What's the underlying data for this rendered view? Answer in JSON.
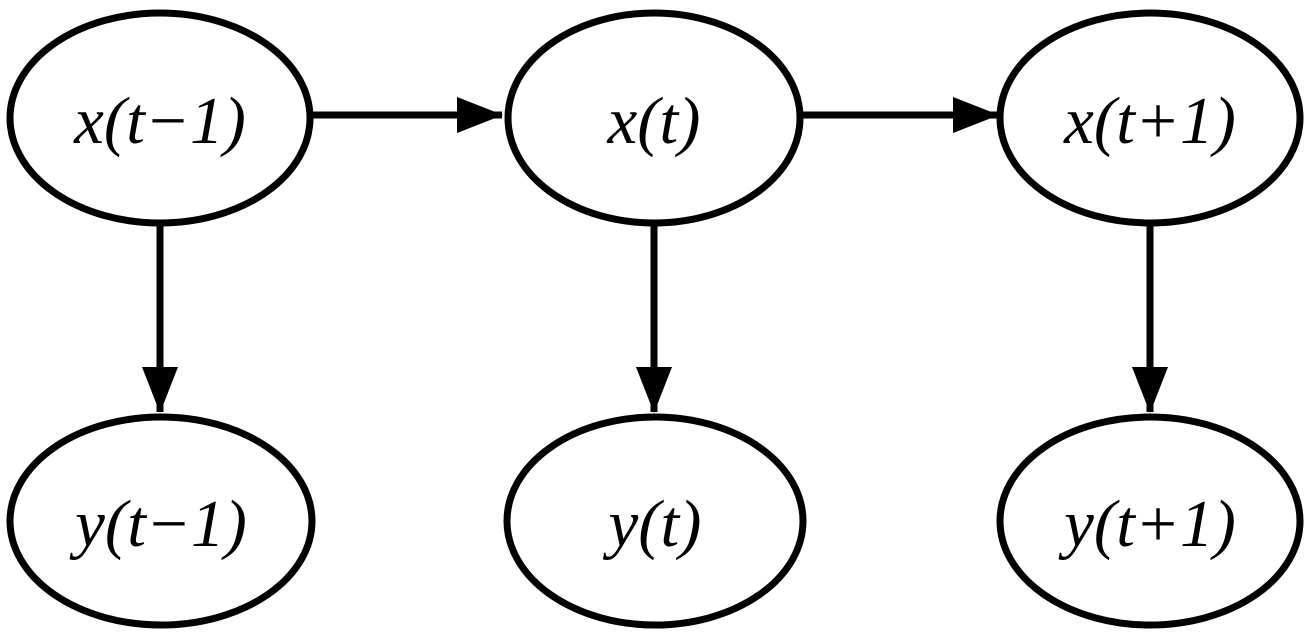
{
  "diagram": {
    "title": "state-transition-observation-graph",
    "stroke_color": "#000000",
    "background_color": "#ffffff",
    "nodes": [
      {
        "id": "x-t-minus-1",
        "label": "x(t−1)",
        "row": "state"
      },
      {
        "id": "x-t",
        "label": "x(t)",
        "row": "state"
      },
      {
        "id": "x-t-plus-1",
        "label": "x(t+1)",
        "row": "state"
      },
      {
        "id": "y-t-minus-1",
        "label": "y(t−1)",
        "row": "observation"
      },
      {
        "id": "y-t",
        "label": "y(t)",
        "row": "observation"
      },
      {
        "id": "y-t-plus-1",
        "label": "y(t+1)",
        "row": "observation"
      }
    ],
    "edges": [
      {
        "from": "x-t-minus-1",
        "to": "x-t"
      },
      {
        "from": "x-t",
        "to": "x-t-plus-1"
      },
      {
        "from": "x-t-minus-1",
        "to": "y-t-minus-1"
      },
      {
        "from": "x-t",
        "to": "y-t"
      },
      {
        "from": "x-t-plus-1",
        "to": "y-t-plus-1"
      }
    ]
  }
}
